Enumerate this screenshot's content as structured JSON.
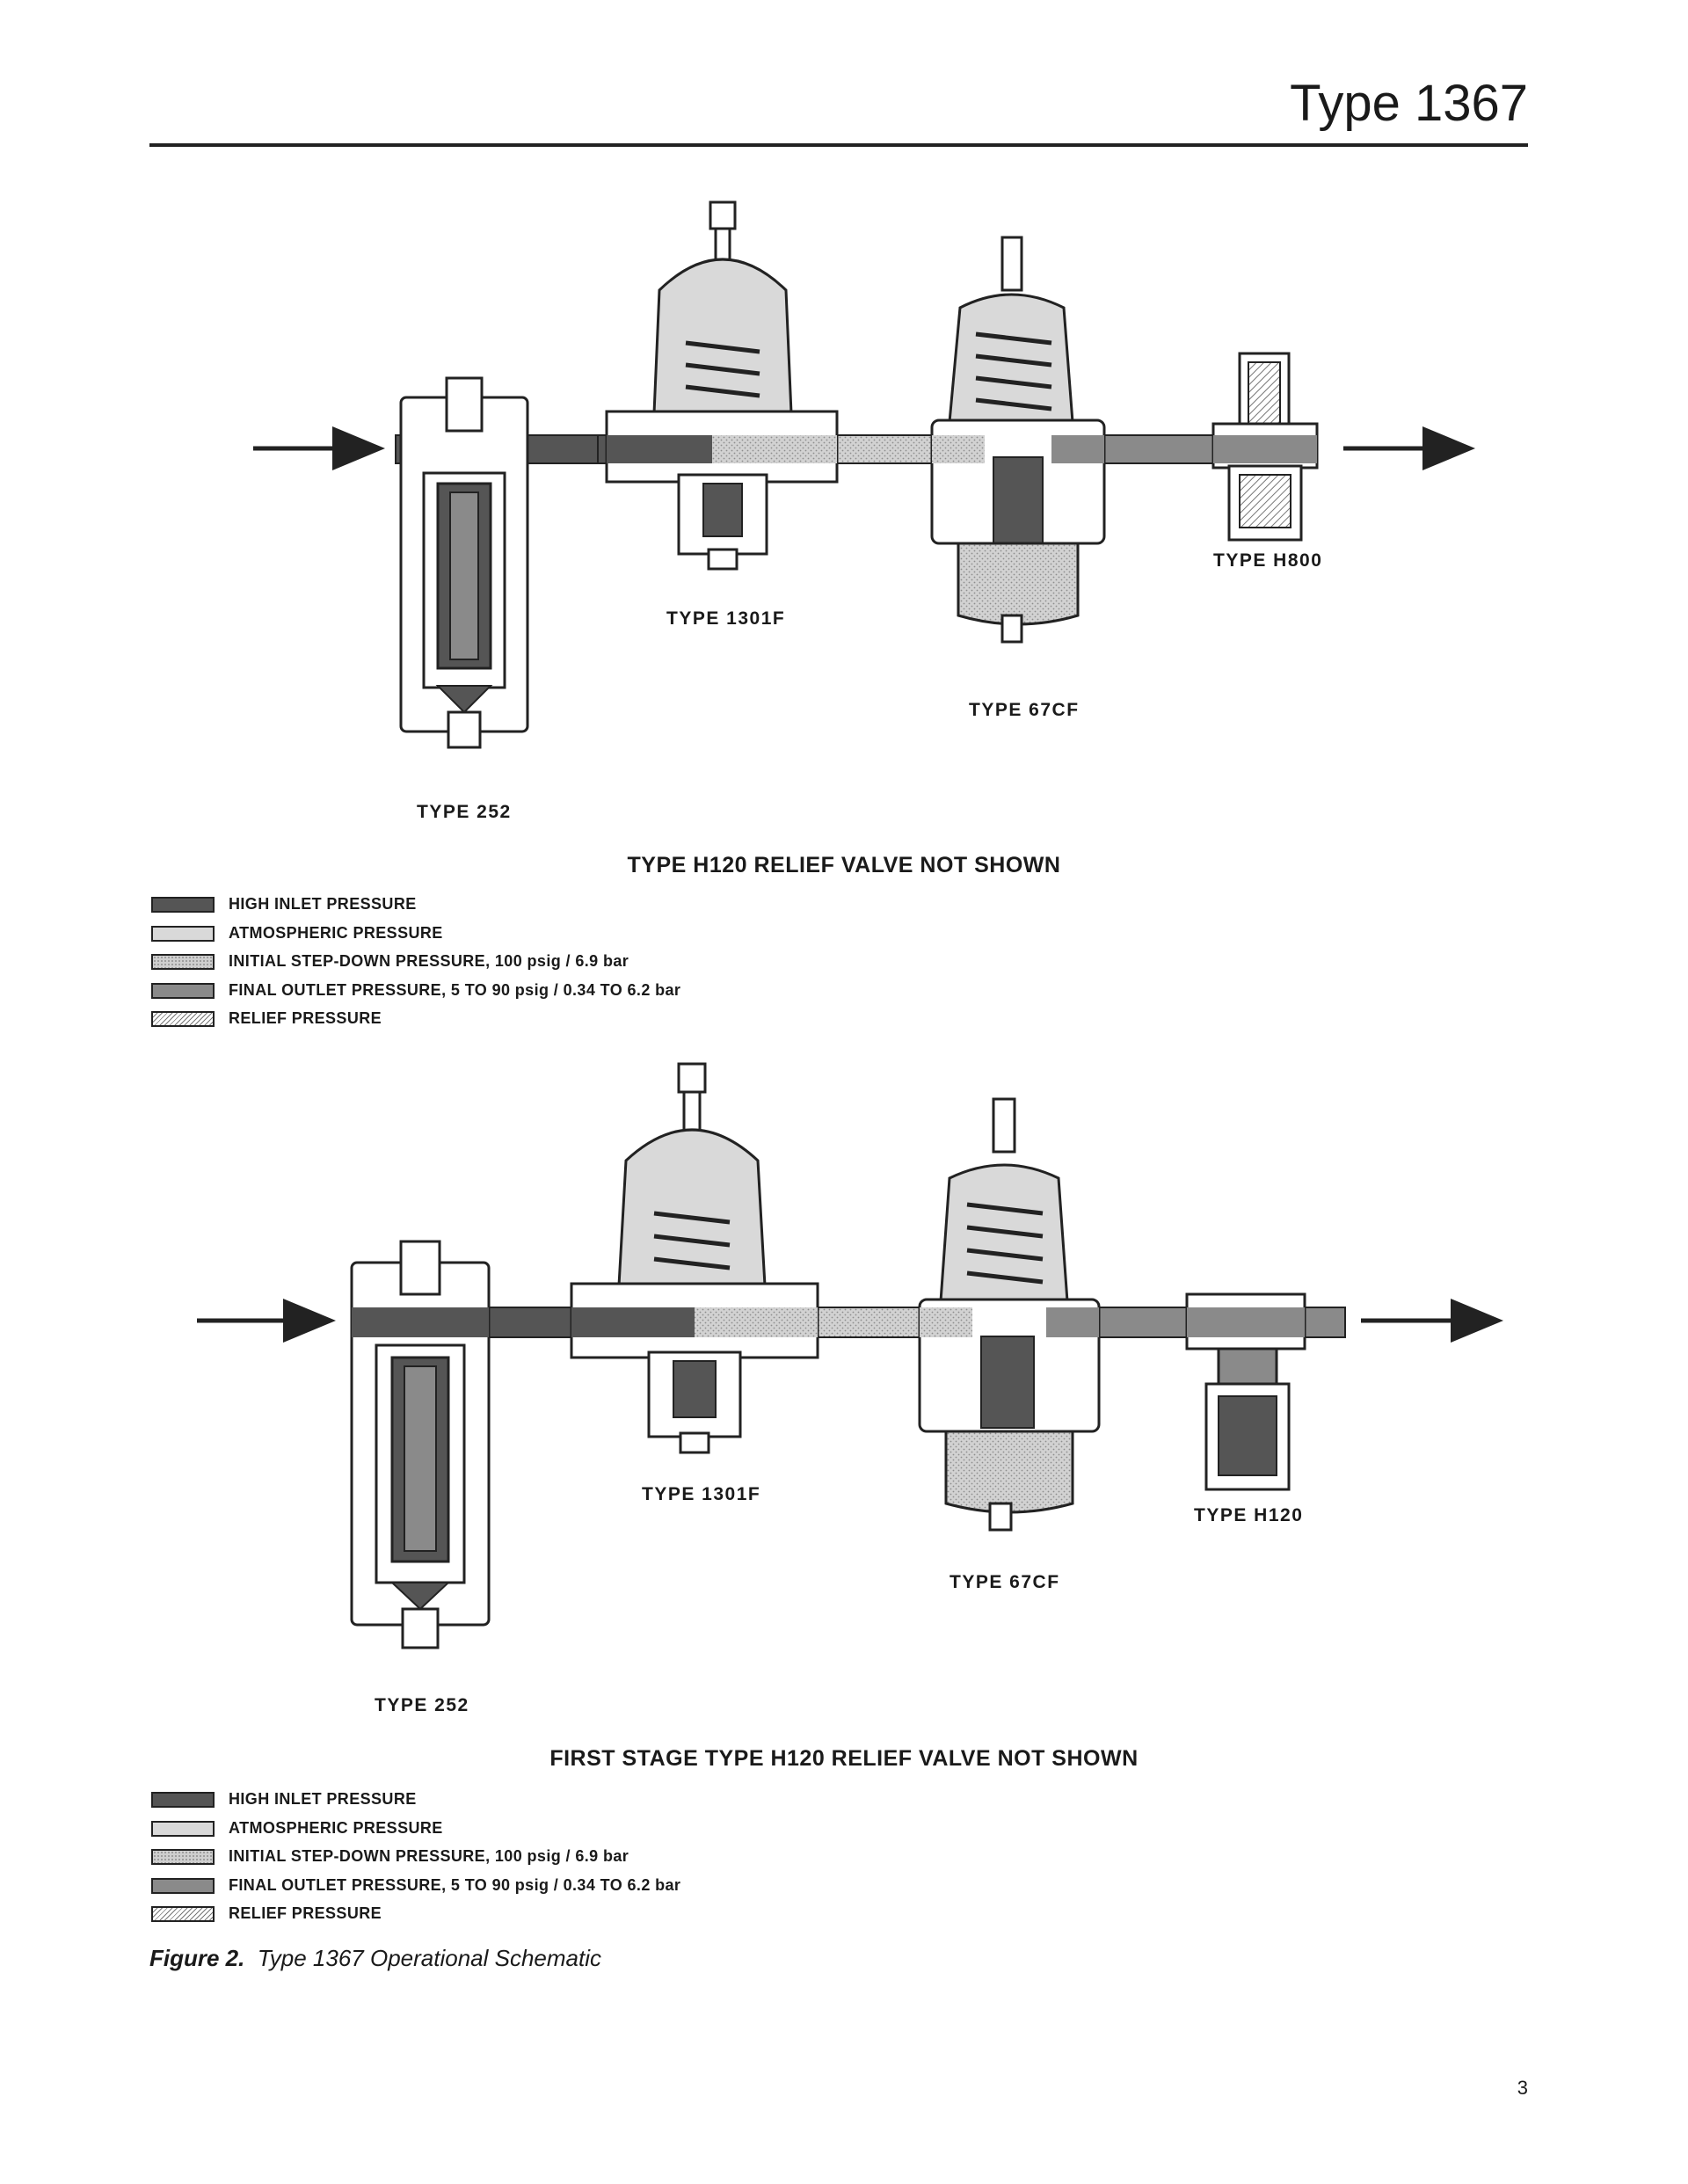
{
  "header": {
    "title": "Type 1367"
  },
  "schematic_top": {
    "labels": {
      "type_252": "TYPE 252",
      "type_1301f": "TYPE 1301F",
      "type_67cf": "TYPE 67CF",
      "type_h800": "TYPE H800"
    },
    "note": "TYPE H120 RELIEF VALVE NOT SHOWN"
  },
  "schematic_bottom": {
    "labels": {
      "type_252": "TYPE 252",
      "type_1301f": "TYPE 1301F",
      "type_67cf": "TYPE 67CF",
      "type_h120": "TYPE H120"
    },
    "note": "FIRST STAGE TYPE H120 RELIEF VALVE NOT SHOWN"
  },
  "legend": [
    {
      "label": "HIGH INLET PRESSURE",
      "pattern": "solid-dark"
    },
    {
      "label": "ATMOSPHERIC PRESSURE",
      "pattern": "solid-light"
    },
    {
      "label": "INITIAL STEP-DOWN PRESSURE, 100 psig / 6.9 bar",
      "pattern": "stippled"
    },
    {
      "label": "FINAL OUTLET PRESSURE, 5 TO 90 psig / 0.34 TO 6.2 bar",
      "pattern": "solid-medium"
    },
    {
      "label": "RELIEF PRESSURE",
      "pattern": "hatched"
    }
  ],
  "colors": {
    "high_inlet": "#555555",
    "atmospheric": "#d9d9d9",
    "initial_step_down": "#cfcfcf",
    "final_outlet": "#8a8a8a",
    "outline": "#222222"
  },
  "figure": {
    "number": "Figure 2.",
    "caption": "Type 1367 Operational Schematic"
  },
  "footer": {
    "page_number": "3"
  }
}
